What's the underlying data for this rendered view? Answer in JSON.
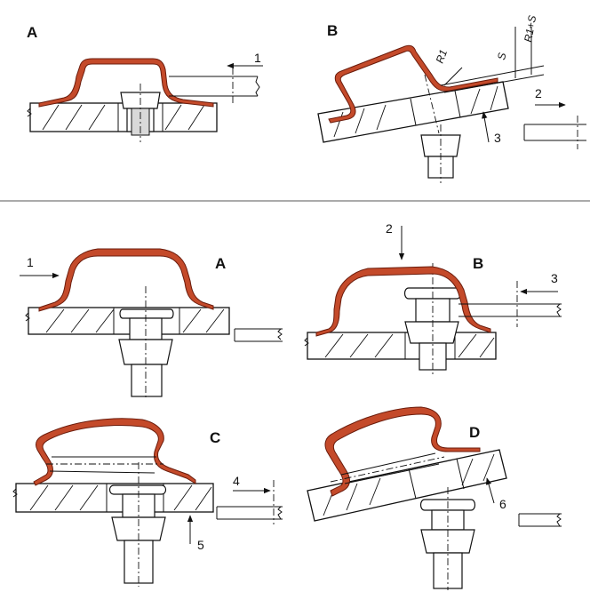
{
  "top_panel": {
    "labels": {
      "a": "A",
      "b": "B"
    },
    "callouts": {
      "c1": "1",
      "c2": "2",
      "c3": "3"
    },
    "dimensions": {
      "r1": "R1",
      "s": "S",
      "r1s": "R1+S"
    }
  },
  "bottom_panel": {
    "labels": {
      "a": "A",
      "b": "B",
      "c": "C",
      "d": "D"
    },
    "callouts": {
      "c1": "1",
      "c2": "2",
      "c3": "3",
      "c4": "4",
      "c5": "5",
      "c6": "6"
    }
  },
  "colors": {
    "cap_fill": "#c44a2a",
    "cap_edge": "#6b1c0c",
    "line": "#111111",
    "paper": "#ffffff"
  }
}
